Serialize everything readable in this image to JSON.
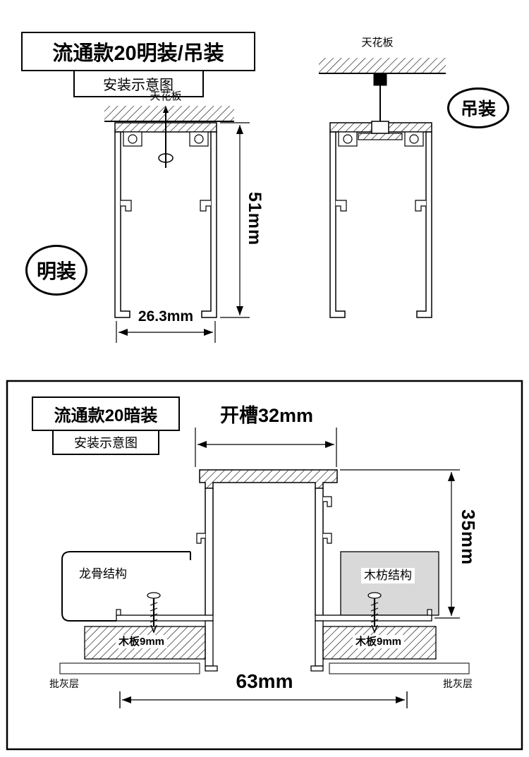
{
  "top": {
    "title1": "流通款20明装/吊装",
    "title2": "安装示意图",
    "ceiling_left": "天花板",
    "ceiling_right": "天花板",
    "surface_mount": "明装",
    "suspended_mount": "吊装",
    "dim_height": "51mm",
    "dim_width": "26.3mm"
  },
  "bottom": {
    "title1": "流通款20暗装",
    "title2": "安装示意图",
    "dim_slot": "开槽32mm",
    "dim_depth": "35mm",
    "keel": "龙骨结构",
    "batten": "木枋结构",
    "board_left": "木板9mm",
    "board_right": "木板9mm",
    "plaster_left": "批灰层",
    "plaster_right": "批灰层",
    "dim_width": "63mm"
  },
  "colors": {
    "line": "#000000",
    "batten_fill": "#d9d9d9",
    "background": "#ffffff"
  }
}
